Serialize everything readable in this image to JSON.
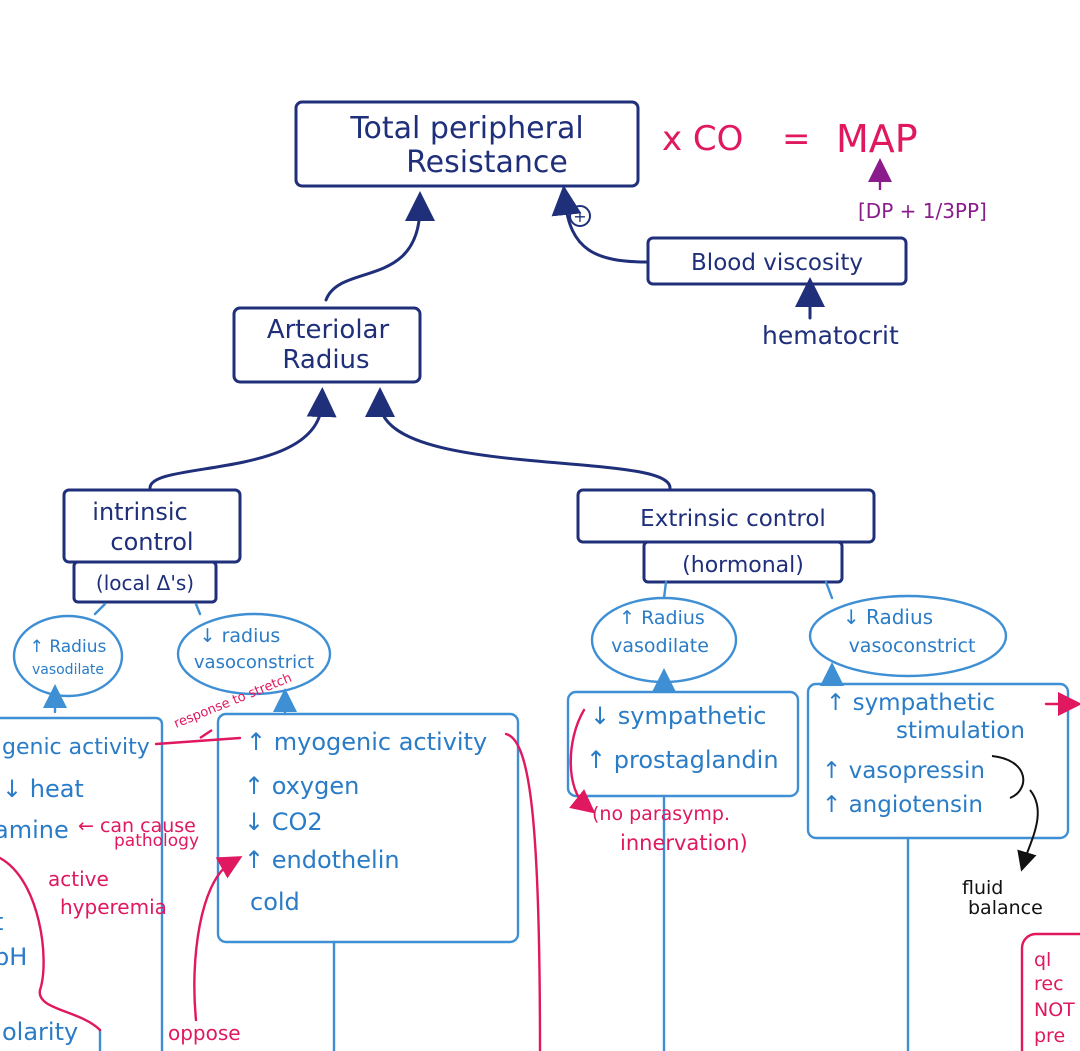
{
  "title_box": {
    "line1": "Total peripheral",
    "line2": "Resistance"
  },
  "equation": {
    "times_co": "x CO",
    "equals": "=",
    "map": "MAP",
    "map_formula": "[DP + 1/3PP]"
  },
  "plus_sign": "+",
  "blood_viscosity": "Blood viscosity",
  "hematocrit": "hematocrit",
  "arteriolar_radius": {
    "line1": "Arteriolar",
    "line2": "Radius"
  },
  "intrinsic": {
    "line1": "intrinsic",
    "line2": "control",
    "sub": "(local Δ's)"
  },
  "extrinsic": {
    "line1": "Extrinsic control",
    "sub": "(hormonal)"
  },
  "bubbles": {
    "intr_up": {
      "line1": "↑ Radius",
      "line2": "vasodilate"
    },
    "intr_down": {
      "line1": "↓ radius",
      "line2": "vasoconstrict"
    },
    "extr_up": {
      "line1": "↑ Radius",
      "line2": "vasodilate"
    },
    "extr_down": {
      "line1": "↓ Radius",
      "line2": "vasoconstrict"
    }
  },
  "left_list": [
    "genic activity",
    "↓ heat",
    "amine",
    "",
    "t",
    "pH",
    "olarity"
  ],
  "middle_list": [
    "↑ myogenic activity",
    "↑ oxygen",
    "↓ CO2",
    "↑ endothelin",
    "cold"
  ],
  "sym_list": [
    "↓ sympathetic",
    "↑ prostaglandin"
  ],
  "right_list": [
    "↑ sympathetic",
    "stimulation",
    "↑ vasopressin",
    "↑ angiotensin"
  ],
  "pink_notes": {
    "response_to_stretch": "response to stretch",
    "can_cause": "← can cause",
    "pathology": "pathology",
    "active": "active",
    "hyperemia": "hyperemia",
    "oppose": "oppose",
    "no_parasymp_1": "(no parasymp.",
    "no_parasymp_2": "innervation)"
  },
  "fluid_balance": {
    "line1": "fluid",
    "line2": "balance"
  },
  "corner_note": [
    "ql",
    "rec",
    "NOT",
    "pre"
  ]
}
